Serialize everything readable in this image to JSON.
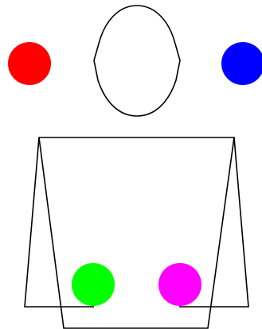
{
  "figure": {
    "background": "#ffffff",
    "stroke_color": "#000000",
    "head": {
      "shape": "oval",
      "fill": "#ffffff"
    },
    "body": {
      "shape": "trapezoid",
      "fill": "#ffffff"
    },
    "legs": {
      "count": 2
    }
  },
  "dots": [
    {
      "name": "red-dot",
      "color": "#ff0000",
      "position": "upper-left"
    },
    {
      "name": "blue-dot",
      "color": "#0000ff",
      "position": "upper-right"
    },
    {
      "name": "green-dot",
      "color": "#00ff00",
      "position": "lower-left"
    },
    {
      "name": "magenta-dot",
      "color": "#ff00ff",
      "position": "lower-right"
    }
  ]
}
